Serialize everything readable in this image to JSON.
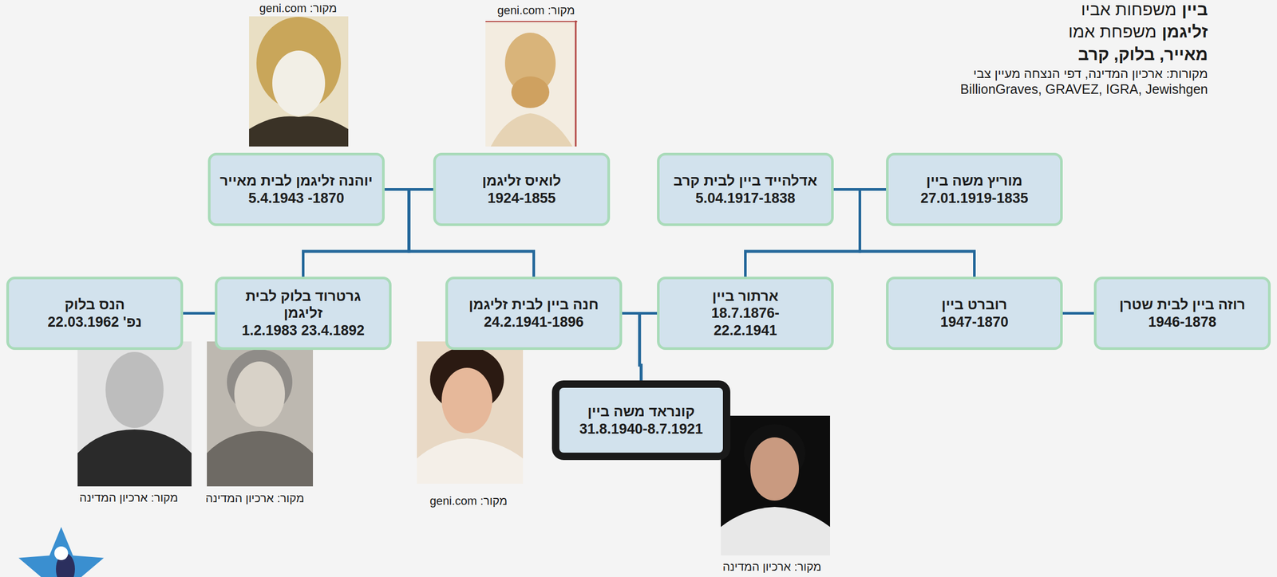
{
  "diagram": {
    "nodes": [
      {
        "text": [
          "מוריץ משה ביין",
          "27.01.1919-1835"
        ]
      },
      {
        "text": [
          "אדלהייד ביין לבית קרב",
          "5.04.1917-1838"
        ]
      },
      {
        "text": [
          "לואיס זליגמן",
          "1924-1855"
        ]
      },
      {
        "text": [
          "יוהנה זליגמן לבית מאייר",
          "5.4.1943 -1870"
        ]
      },
      {
        "text": [
          "רוזה ביין לבית שטרן",
          "1946-1878"
        ]
      },
      {
        "text": [
          "רוברט ביין",
          "1947-1870"
        ]
      },
      {
        "text": [
          "ארתור ביין",
          "18.7.1876- 22.2.1941"
        ]
      },
      {
        "text": [
          "חנה ביין לבית זליגמן",
          "24.2.1941-1896"
        ]
      },
      {
        "text": [
          "גרטרוד בלוק לבית זליגמן",
          "1.2.1983 23.4.1892"
        ]
      },
      {
        "text": [
          "הנס בלוק",
          "נפ' 22.03.1962"
        ]
      },
      {
        "text": [
          "קונראד משה ביין",
          "31.8.1940-8.7.1921"
        ]
      }
    ],
    "edges": [
      {
        "from": 1,
        "to": 0,
        "arrow": "none"
      },
      {
        "from": 0,
        "to": 5,
        "arrow": "none"
      },
      {
        "from": 0,
        "to": 6,
        "arrow": "none"
      },
      {
        "from": 1,
        "to": 5,
        "arrow": "none"
      },
      {
        "from": 1,
        "to": 6,
        "arrow": "none"
      },
      {
        "from": 3,
        "to": 2,
        "arrow": "none"
      },
      {
        "from": 2,
        "to": 7,
        "arrow": "none"
      },
      {
        "from": 2,
        "to": 8,
        "arrow": "none"
      },
      {
        "from": 3,
        "to": 7,
        "arrow": "none"
      },
      {
        "from": 3,
        "to": 8,
        "arrow": "none"
      },
      {
        "from": 5,
        "to": 4,
        "arrow": "none"
      },
      {
        "from": 7,
        "to": 6,
        "arrow": "none"
      },
      {
        "from": 9,
        "to": 8,
        "arrow": "none"
      },
      {
        "from": 6,
        "to": 10,
        "arrow": "none"
      },
      {
        "from": 7,
        "to": 10,
        "arrow": "none"
      }
    ],
    "labels": [
      "ביין",
      "משפחות אביו",
      "זליגמן",
      "משפחת אמו",
      "מאייר, בלוק, קרב",
      "מקורות: ארכיון המדינה, דפי הנצחה מעיין צבי",
      "BillionGraves, GRAVEZ, IGRA, Jewishgen",
      "מקור: geni.com",
      "מקור: geni.com",
      "מקור: ארכיון המדינה",
      "מקור: ארכיון המדינה",
      "מקור: geni.com",
      "מקור: ארכיון המדינה"
    ]
  }
}
